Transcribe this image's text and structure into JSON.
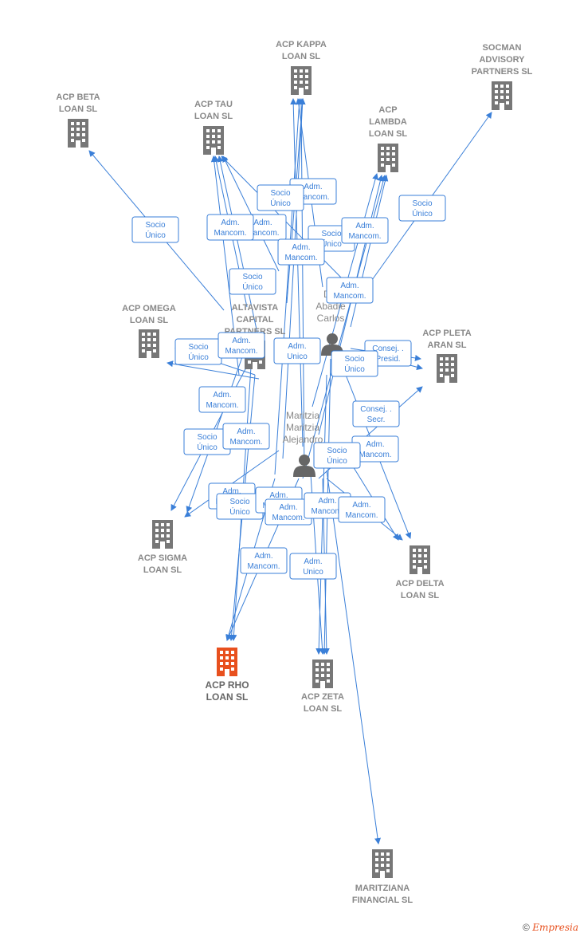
{
  "colors": {
    "edge": "#3a7fd8",
    "company": "#777777",
    "focus_company": "#e8501e",
    "person": "#666666"
  },
  "companies": [
    {
      "id": "kappa",
      "label": [
        "ACP KAPPA",
        "LOAN  SL"
      ]
    },
    {
      "id": "socman",
      "label": [
        "SOCMAN",
        "ADVISORY",
        "PARTNERS  SL"
      ]
    },
    {
      "id": "beta",
      "label": [
        "ACP BETA",
        "LOAN  SL"
      ]
    },
    {
      "id": "tau",
      "label": [
        "ACP TAU",
        "LOAN  SL"
      ]
    },
    {
      "id": "lambda",
      "label": [
        "ACP",
        "LAMBDA",
        "LOAN  SL"
      ]
    },
    {
      "id": "omega",
      "label": [
        "ACP OMEGA",
        "LOAN  SL"
      ]
    },
    {
      "id": "altavista",
      "label": [
        "ALTAVISTA",
        "CAPITAL",
        "PARTNERS  SL"
      ]
    },
    {
      "id": "pleta",
      "label": [
        "ACP PLETA",
        "ARAN  SL"
      ]
    },
    {
      "id": "sigma",
      "label": [
        "ACP SIGMA",
        "LOAN  SL"
      ]
    },
    {
      "id": "delta",
      "label": [
        "ACP DELTA",
        "LOAN  SL"
      ]
    },
    {
      "id": "rho",
      "label": [
        "ACP RHO",
        "LOAN  SL"
      ],
      "focus": true
    },
    {
      "id": "zeta",
      "label": [
        "ACP ZETA",
        "LOAN  SL"
      ]
    },
    {
      "id": "maritziana",
      "label": [
        "MARITZIANA",
        "FINANCIAL  SL"
      ]
    }
  ],
  "people": [
    {
      "id": "del_abadie",
      "label": [
        "Del",
        "Abadie",
        "Carlos"
      ]
    },
    {
      "id": "maritzia",
      "label": [
        "Maritzia",
        "Maritzia",
        "Alejandro"
      ]
    }
  ],
  "badges": [
    {
      "id": "b1",
      "lines": [
        "Socio",
        "Único"
      ]
    },
    {
      "id": "b2",
      "lines": [
        "Adm.",
        "Mancom."
      ]
    },
    {
      "id": "b3",
      "lines": [
        "Socio",
        "Único"
      ]
    },
    {
      "id": "b4",
      "lines": [
        "Socio",
        "Único"
      ]
    },
    {
      "id": "b5",
      "lines": [
        "Adm.",
        "Mancom."
      ]
    },
    {
      "id": "b6",
      "lines": [
        "Adm.",
        "Mancom."
      ]
    },
    {
      "id": "b7",
      "lines": [
        "Socio",
        "Único"
      ]
    },
    {
      "id": "b8",
      "lines": [
        "Adm.",
        "Mancom."
      ]
    },
    {
      "id": "b9",
      "lines": [
        "Socio",
        "Único"
      ]
    },
    {
      "id": "b10",
      "lines": [
        "Adm.",
        "Mancom."
      ]
    },
    {
      "id": "b11",
      "lines": [
        "Adm.",
        "Mancom."
      ]
    },
    {
      "id": "b12",
      "lines": [
        "Socio",
        "Único"
      ]
    },
    {
      "id": "b13",
      "lines": [
        "Adm.",
        "Mancom."
      ]
    },
    {
      "id": "b14",
      "lines": [
        "Adm.",
        "Unico"
      ]
    },
    {
      "id": "b15",
      "lines": [
        "Consej. .",
        "Presid."
      ]
    },
    {
      "id": "b16",
      "lines": [
        "Socio",
        "Único"
      ]
    },
    {
      "id": "b17",
      "lines": [
        "Adm.",
        "Mancom."
      ]
    },
    {
      "id": "b18",
      "lines": [
        "Consej. .",
        "Secr."
      ]
    },
    {
      "id": "b19",
      "lines": [
        "Socio",
        "Único"
      ]
    },
    {
      "id": "b20",
      "lines": [
        "Adm.",
        "Mancom."
      ]
    },
    {
      "id": "b21",
      "lines": [
        "Adm.",
        "Mancom."
      ]
    },
    {
      "id": "b22",
      "lines": [
        "Socio",
        "Único"
      ]
    },
    {
      "id": "b23",
      "lines": [
        "Adm.",
        "Mancom."
      ]
    },
    {
      "id": "b24",
      "lines": [
        "Socio",
        "Único"
      ]
    },
    {
      "id": "b25",
      "lines": [
        "Adm.",
        "Mancom."
      ]
    },
    {
      "id": "b26",
      "lines": [
        "Adm.",
        "Mancom."
      ]
    },
    {
      "id": "b27",
      "lines": [
        "Adm.",
        "Mancom."
      ]
    },
    {
      "id": "b28",
      "lines": [
        "Adm.",
        "Mancom."
      ]
    },
    {
      "id": "b29",
      "lines": [
        "Adm.",
        "Mancom."
      ]
    },
    {
      "id": "b30",
      "lines": [
        "Adm.",
        "Unico"
      ]
    }
  ],
  "footer": {
    "copyright": "©",
    "brand": "Empresia"
  }
}
